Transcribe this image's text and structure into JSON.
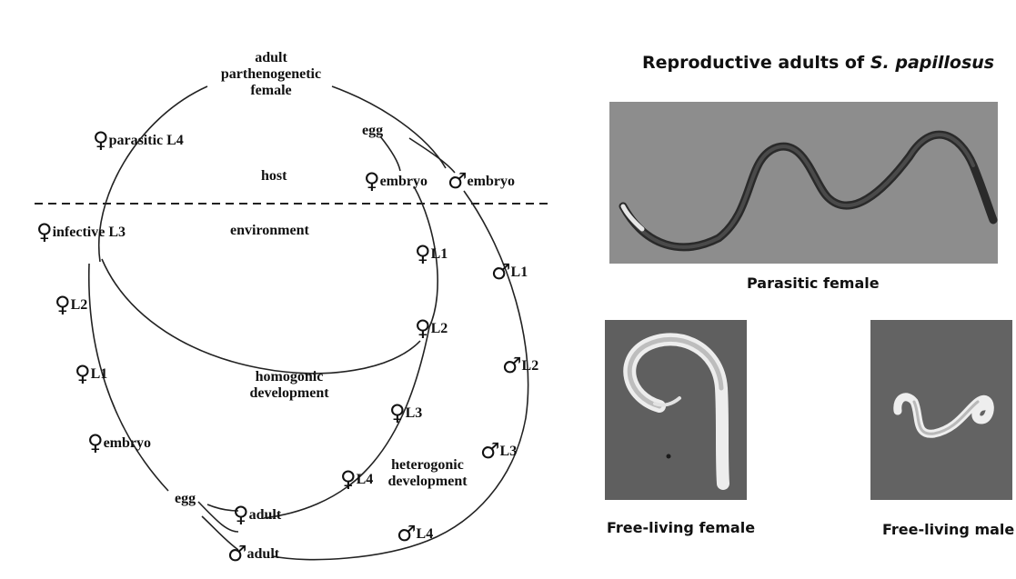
{
  "title": {
    "prefix": "Reproductive adults of ",
    "species": "S. papillosus"
  },
  "labels": {
    "adult_line1": "adult",
    "adult_line2": "parthenogenetic",
    "adult_line3": "female",
    "parasitic_l4": "parasitic L4",
    "egg_top": "egg",
    "host": "host",
    "f_embryo_top": "embryo",
    "m_embryo_top": "embryo",
    "infective_l3": "infective L3",
    "environment": "environment",
    "f_l1_right": "L1",
    "m_l1": "L1",
    "f_l2_left": "L2",
    "f_l2_right": "L2",
    "homogonic_1": "homogonic",
    "homogonic_2": "development",
    "f_l1_left": "L1",
    "m_l2": "L2",
    "f_l3": "L3",
    "f_embryo_left": "embryo",
    "m_l3": "L3",
    "heterogonic_1": "heterogonic",
    "heterogonic_2": "development",
    "f_l4": "L4",
    "egg_bottom": "egg",
    "f_adult": "adult",
    "m_l4": "L4",
    "m_adult": "adult"
  },
  "symbols": {
    "female": "♀",
    "male": "♂"
  },
  "captions": {
    "parasitic_female": "Parasitic female",
    "free_female": "Free-living female",
    "free_male": "Free-living male"
  },
  "colors": {
    "photo_gray": "#8f8f8f",
    "photo_dark": "#5e5e5e",
    "worm_dark": "#2a2a2a",
    "worm_light": "#f2f2f2"
  }
}
